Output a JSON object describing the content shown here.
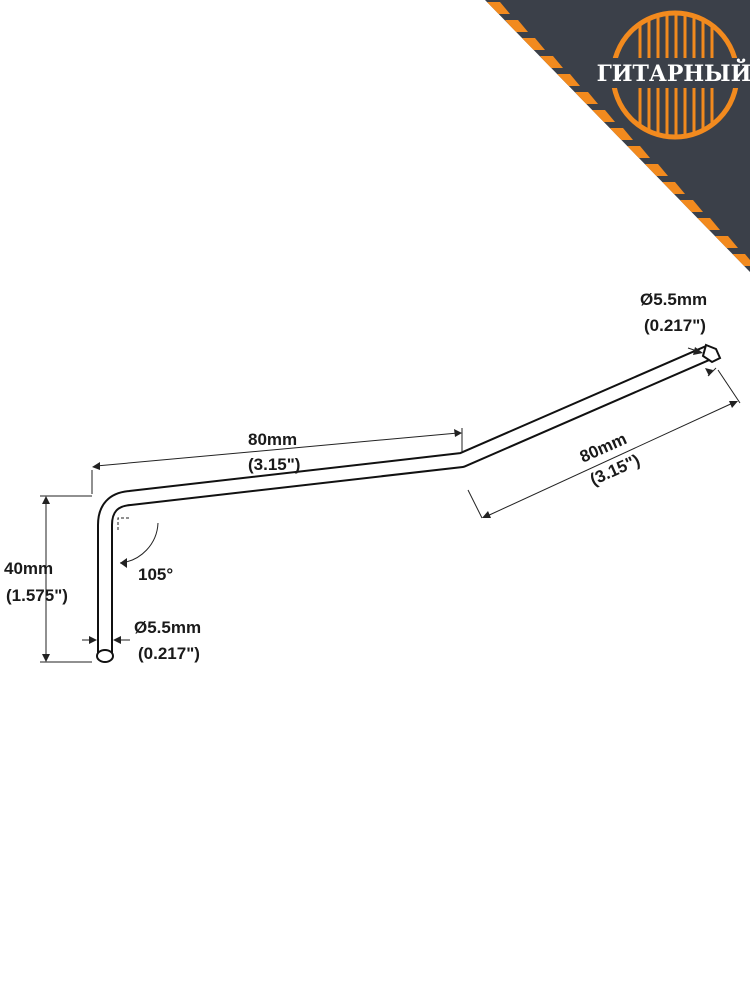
{
  "brand": {
    "name": "ГИТАРНЫЙ",
    "colors": {
      "corner": "#3b4049",
      "stripe": "#f28a1e",
      "logo": "#f28a1e"
    }
  },
  "dimensions": {
    "tip_diameter_top": {
      "mm": "Ø5.5mm",
      "in": "(0.217\")"
    },
    "long_segment": {
      "mm": "80mm",
      "in": "(3.15\")"
    },
    "short_segment": {
      "mm": "80mm",
      "in": "(3.15\")"
    },
    "angle": "105°",
    "height": {
      "mm": "40mm",
      "in": "(1.575\")"
    },
    "bottom_diameter": {
      "mm": "Ø5.5mm",
      "in": "(0.217\")"
    }
  }
}
